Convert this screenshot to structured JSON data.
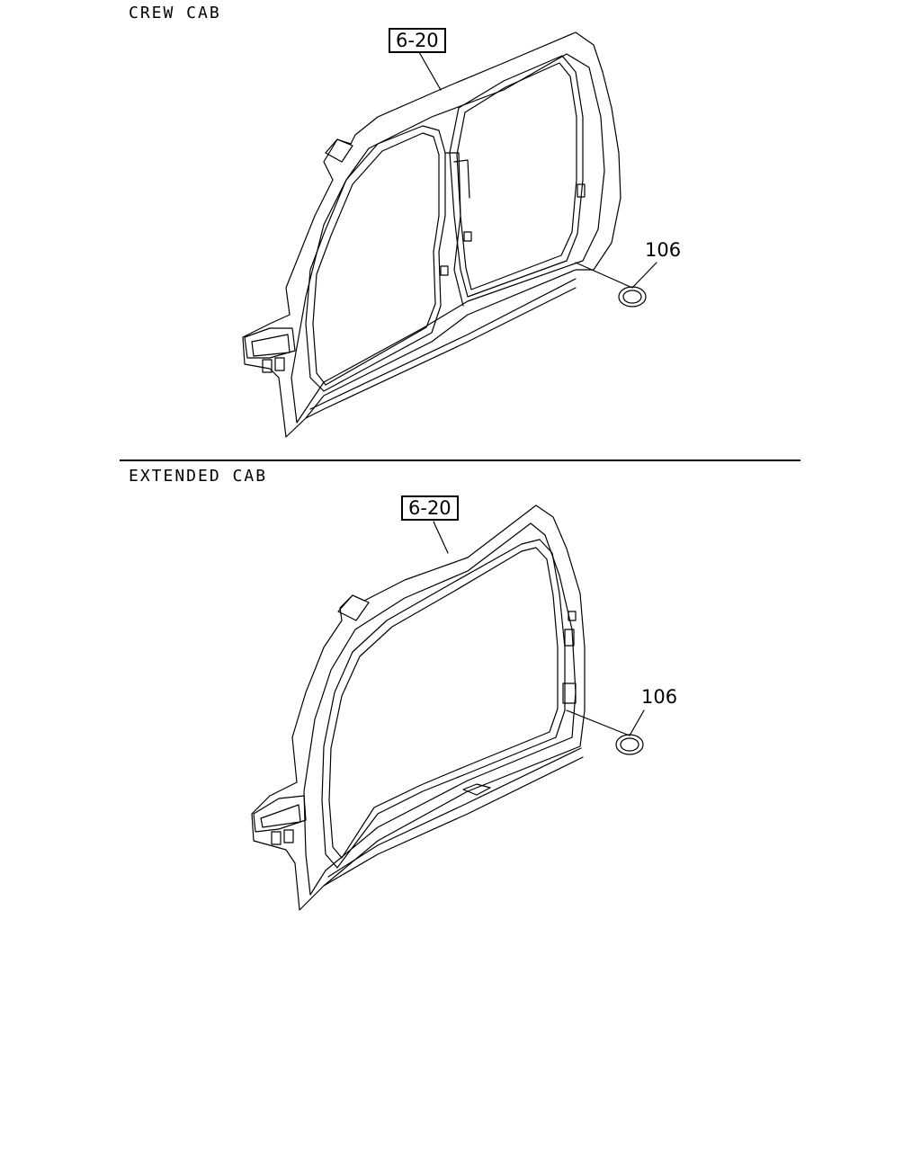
{
  "sections": [
    {
      "title": "CREW CAB",
      "ref_label": "6-20",
      "callout": "106"
    },
    {
      "title": "EXTENDED CAB",
      "ref_label": "6-20",
      "callout": "106"
    }
  ]
}
